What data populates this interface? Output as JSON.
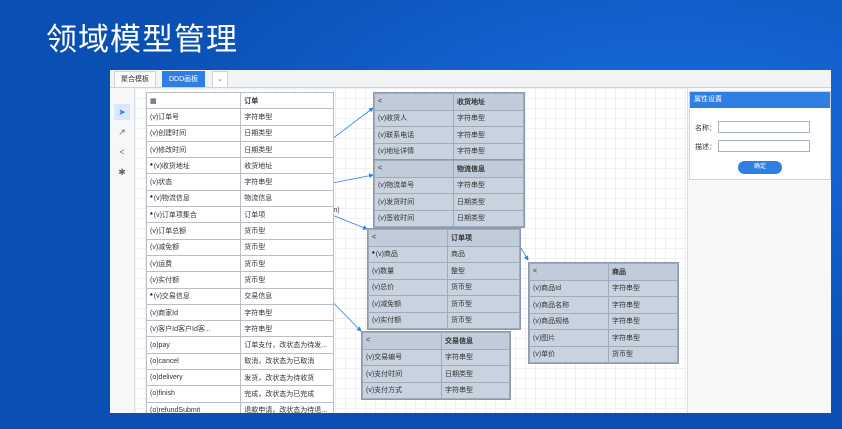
{
  "slide_title": "领域模型管理",
  "tabs": [
    {
      "label": "聚合模板",
      "active": false
    },
    {
      "label": "DDD画板",
      "active": true
    }
  ],
  "tab_dropdown_icon": "chevron-down-icon",
  "toolbox": [
    "pointer-icon",
    "line-arrow-icon",
    "share-node-icon",
    "puzzle-icon"
  ],
  "main_entity": {
    "header": {
      "icon": "grid-icon",
      "title": "订单"
    },
    "rows": [
      {
        "key": false,
        "name": "(v)订单号",
        "type": "字符串型"
      },
      {
        "key": false,
        "name": "(v)创建时间",
        "type": "日期类型"
      },
      {
        "key": false,
        "name": "(v)修改时间",
        "type": "日期类型"
      },
      {
        "key": true,
        "name": "(v)收货地址",
        "type": "收货地址"
      },
      {
        "key": false,
        "name": "(v)状态",
        "type": "字符串型"
      },
      {
        "key": true,
        "name": "(v)物流信息",
        "type": "物流信息"
      },
      {
        "key": true,
        "name": "(v)订单项集合",
        "type": "订单项"
      },
      {
        "key": false,
        "name": "(v)订单总额",
        "type": "货币型"
      },
      {
        "key": false,
        "name": "(v)减免额",
        "type": "货币型"
      },
      {
        "key": false,
        "name": "(v)运费",
        "type": "货币型"
      },
      {
        "key": false,
        "name": "(v)实付额",
        "type": "货币型"
      },
      {
        "key": true,
        "name": "(v)交易信息",
        "type": "交易信息"
      },
      {
        "key": false,
        "name": "(v)商家Id",
        "type": "字符串型"
      },
      {
        "key": false,
        "name": "(v)客户Id客户Id客...",
        "type": "字符串型"
      },
      {
        "key": false,
        "name": "(o)pay",
        "type": "订单支付，改状态为待发..."
      },
      {
        "key": false,
        "name": "(o)cancel",
        "type": "取消，改状态为已取消"
      },
      {
        "key": false,
        "name": "(o)delivery",
        "type": "发货，改状态为待收货"
      },
      {
        "key": false,
        "name": "(o)finish",
        "type": "完成，改状态为已完成"
      },
      {
        "key": false,
        "name": "(o)refundSubmit",
        "type": "退款申请，改状态为待退..."
      }
    ]
  },
  "entities": [
    {
      "id": "shipping",
      "title": "收货地址",
      "rows": [
        {
          "key": false,
          "name": "(v)收货人",
          "type": "字符串型"
        },
        {
          "key": false,
          "name": "(v)联系电话",
          "type": "字符串型"
        },
        {
          "key": false,
          "name": "(v)地址详情",
          "type": "字符串型"
        }
      ]
    },
    {
      "id": "logistics",
      "title": "物流信息",
      "rows": [
        {
          "key": false,
          "name": "(v)物流单号",
          "type": "字符串型"
        },
        {
          "key": false,
          "name": "(v)发货时间",
          "type": "日期类型"
        },
        {
          "key": false,
          "name": "(v)签收时间",
          "type": "日期类型"
        }
      ]
    },
    {
      "id": "order_item",
      "title": "订单项",
      "rows": [
        {
          "key": true,
          "name": "(v)商品",
          "type": "商品"
        },
        {
          "key": false,
          "name": "(v)数量",
          "type": "整型"
        },
        {
          "key": false,
          "name": "(v)总价",
          "type": "货币型"
        },
        {
          "key": false,
          "name": "(v)减免额",
          "type": "货币型"
        },
        {
          "key": false,
          "name": "(v)实付额",
          "type": "货币型"
        }
      ]
    },
    {
      "id": "product",
      "title": "商品",
      "rows": [
        {
          "key": false,
          "name": "(v)商品Id",
          "type": "字符串型"
        },
        {
          "key": false,
          "name": "(v)商品名称",
          "type": "字符串型"
        },
        {
          "key": false,
          "name": "(v)商品规格",
          "type": "字符串型"
        },
        {
          "key": false,
          "name": "(v)图片",
          "type": "字符串型"
        },
        {
          "key": false,
          "name": "(v)单价",
          "type": "货币型"
        }
      ]
    },
    {
      "id": "transaction",
      "title": "交易信息",
      "rows": [
        {
          "key": false,
          "name": "(v)交易编号",
          "type": "字符串型"
        },
        {
          "key": false,
          "name": "(v)支付时间",
          "type": "日期类型"
        },
        {
          "key": false,
          "name": "(v)支付方式",
          "type": "字符串型"
        }
      ]
    }
  ],
  "relation_label": "(n)",
  "properties": {
    "header": "属性设置",
    "name_label": "名称：",
    "name_value": "",
    "desc_label": "描述：",
    "desc_value": "",
    "confirm_label": "确定"
  },
  "colors": {
    "slide_bg": "#0a4fb2",
    "accent": "#2f7fe3",
    "entity_fill": "#c9d3df",
    "link": "#2f7fe3"
  }
}
